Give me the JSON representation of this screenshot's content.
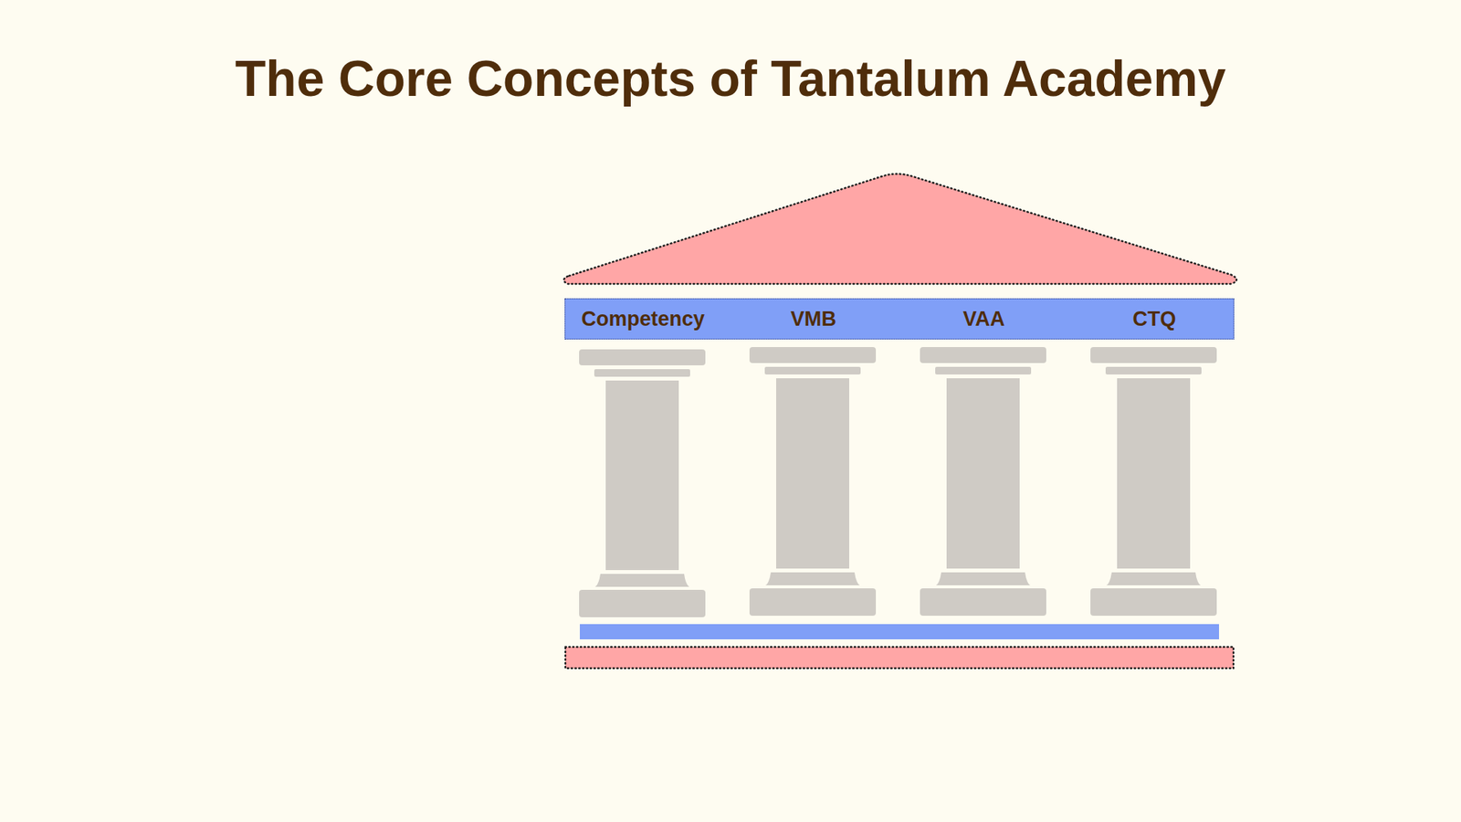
{
  "diagram": {
    "title": "The Core Concepts of Tantalum Academy",
    "nodes": [
      {
        "text": [
          "Competency",
          "VMB",
          "VAA",
          "CTQ"
        ]
      }
    ]
  }
}
